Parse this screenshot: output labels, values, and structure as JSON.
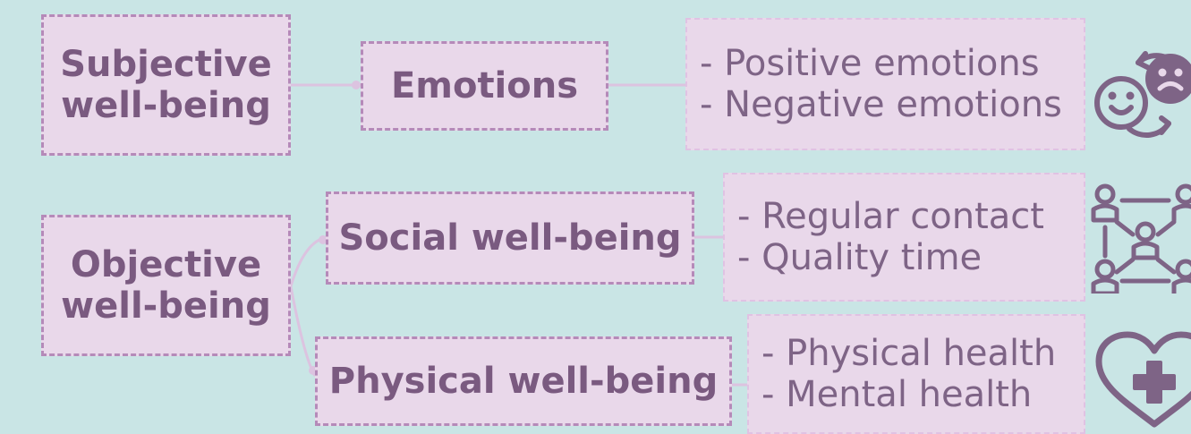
{
  "colors": {
    "background": "#c9e5e5",
    "box_fill": "#e9d8ea",
    "box_border": "#b58ab9",
    "text": "#7a5a80",
    "connector": "#dcc3e0"
  },
  "categories": [
    {
      "label": "Subjective\nwell-being",
      "subcategory": "Emotions",
      "details": [
        "- Positive emotions",
        "- Negative emotions"
      ],
      "icon": "emotions-swap-icon"
    },
    {
      "label": "Objective\nwell-being",
      "subcategory": "Social well-being",
      "details": [
        "- Regular contact",
        "- Quality time"
      ],
      "icon": "social-network-icon"
    },
    {
      "subcategory": "Physical well-being",
      "details": [
        "- Physical health",
        "- Mental health"
      ],
      "icon": "heart-medical-cross-icon"
    }
  ]
}
